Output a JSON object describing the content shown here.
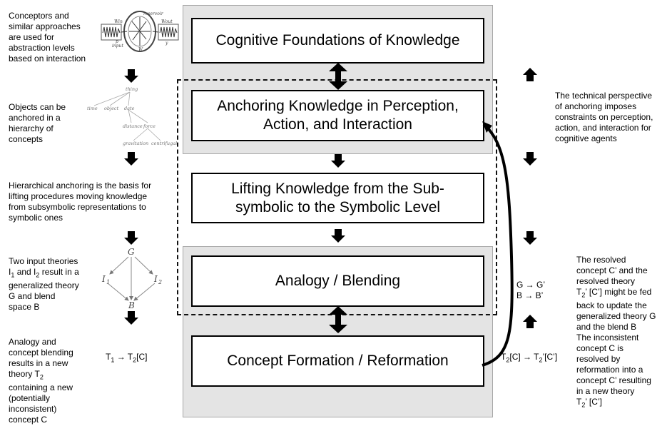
{
  "boxes": {
    "foundations": "Cognitive Foundations of Knowledge",
    "anchoring_line1": "Anchoring Knowledge in Perception,",
    "anchoring_line2": "Action, and Interaction",
    "lifting_line1": "Lifting Knowledge from the Sub-",
    "lifting_line2": "symbolic to the Symbolic Level",
    "analogy": "Analogy / Blending",
    "concept": "Concept Formation / Reformation"
  },
  "left_notes": {
    "conceptors": [
      "Conceptors and",
      "similar approaches",
      "are used for",
      "abstraction levels",
      "based on interaction"
    ],
    "objects": [
      "Objects can be",
      "anchored in a",
      "hierarchy of",
      "concepts"
    ],
    "hierarchical": [
      "Hierarchical anchoring is the basis for",
      "lifting procedures moving knowledge",
      "from subsymbolic representations to",
      "symbolic ones"
    ],
    "theories": {
      "line1": "Two input theories",
      "line2_a": "I",
      "line2_sub1": "1",
      "line2_b": " and I",
      "line2_sub2": "2",
      "line2_c": " result in a",
      "line3": "generalized theory",
      "line4": "G and blend",
      "line5": "space B"
    },
    "analogy": {
      "line1": "Analogy and",
      "line2": "concept blending",
      "line3": "results in a new",
      "line4_a": "theory T",
      "line4_sub": "2",
      "line5": "containing a new",
      "line6": "(potentially",
      "line7": "inconsistent)",
      "line8": "concept C"
    }
  },
  "right_notes": {
    "technical": [
      "The technical perspective",
      "of anchoring imposes",
      "constraints on perception,",
      "action, and interaction for",
      "cognitive agents"
    ],
    "resolved": {
      "line1": "The resolved",
      "line2": "concept C’ and the",
      "line3": "resolved theory",
      "line4_a": "T",
      "line4_sub": "2",
      "line4_b": "’  [C’] might be fed",
      "line5": "back to update the",
      "line6": "generalized theory G",
      "line7": "and the blend B"
    },
    "inconsistent": {
      "line1": "The inconsistent",
      "line2": "concept C is",
      "line3": "resolved by",
      "line4": "reformation into a",
      "line5": "concept C’ resulting",
      "line6": "in a new theory",
      "line7_a": "T",
      "line7_sub": "2",
      "line7_b": "’  [C’]"
    }
  },
  "formulas": {
    "t1_a": "T",
    "t1_sub1": "1",
    "t1_b": " → T",
    "t1_sub2": "2",
    "t1_c": "[C]",
    "t2_a": "T",
    "t2_sub1": "2",
    "t2_b": "[C] → T",
    "t2_sub2": "2",
    "t2_c": "’[C’]",
    "g": "G → G’",
    "b": "B → B’"
  },
  "figures": {
    "network": {
      "label_reservoir": "reservoir",
      "label_input": "input",
      "label_p": "p",
      "label_y": "y",
      "label_win": "W^in",
      "label_wout": "W^out",
      "label_w": "W"
    },
    "tree": [
      "thing",
      "time",
      "object",
      "date",
      "distance",
      "force",
      "gravitation",
      "centrifugal"
    ],
    "blend": {
      "g": "G",
      "i1": "I",
      "i1_sub": "1",
      "i2": "I",
      "i2_sub": "2",
      "b": "B"
    }
  },
  "colors": {
    "panel": "#e4e4e4",
    "panel_border": "#a8a8a8",
    "box_border": "#000000",
    "arrow": "#000000"
  }
}
